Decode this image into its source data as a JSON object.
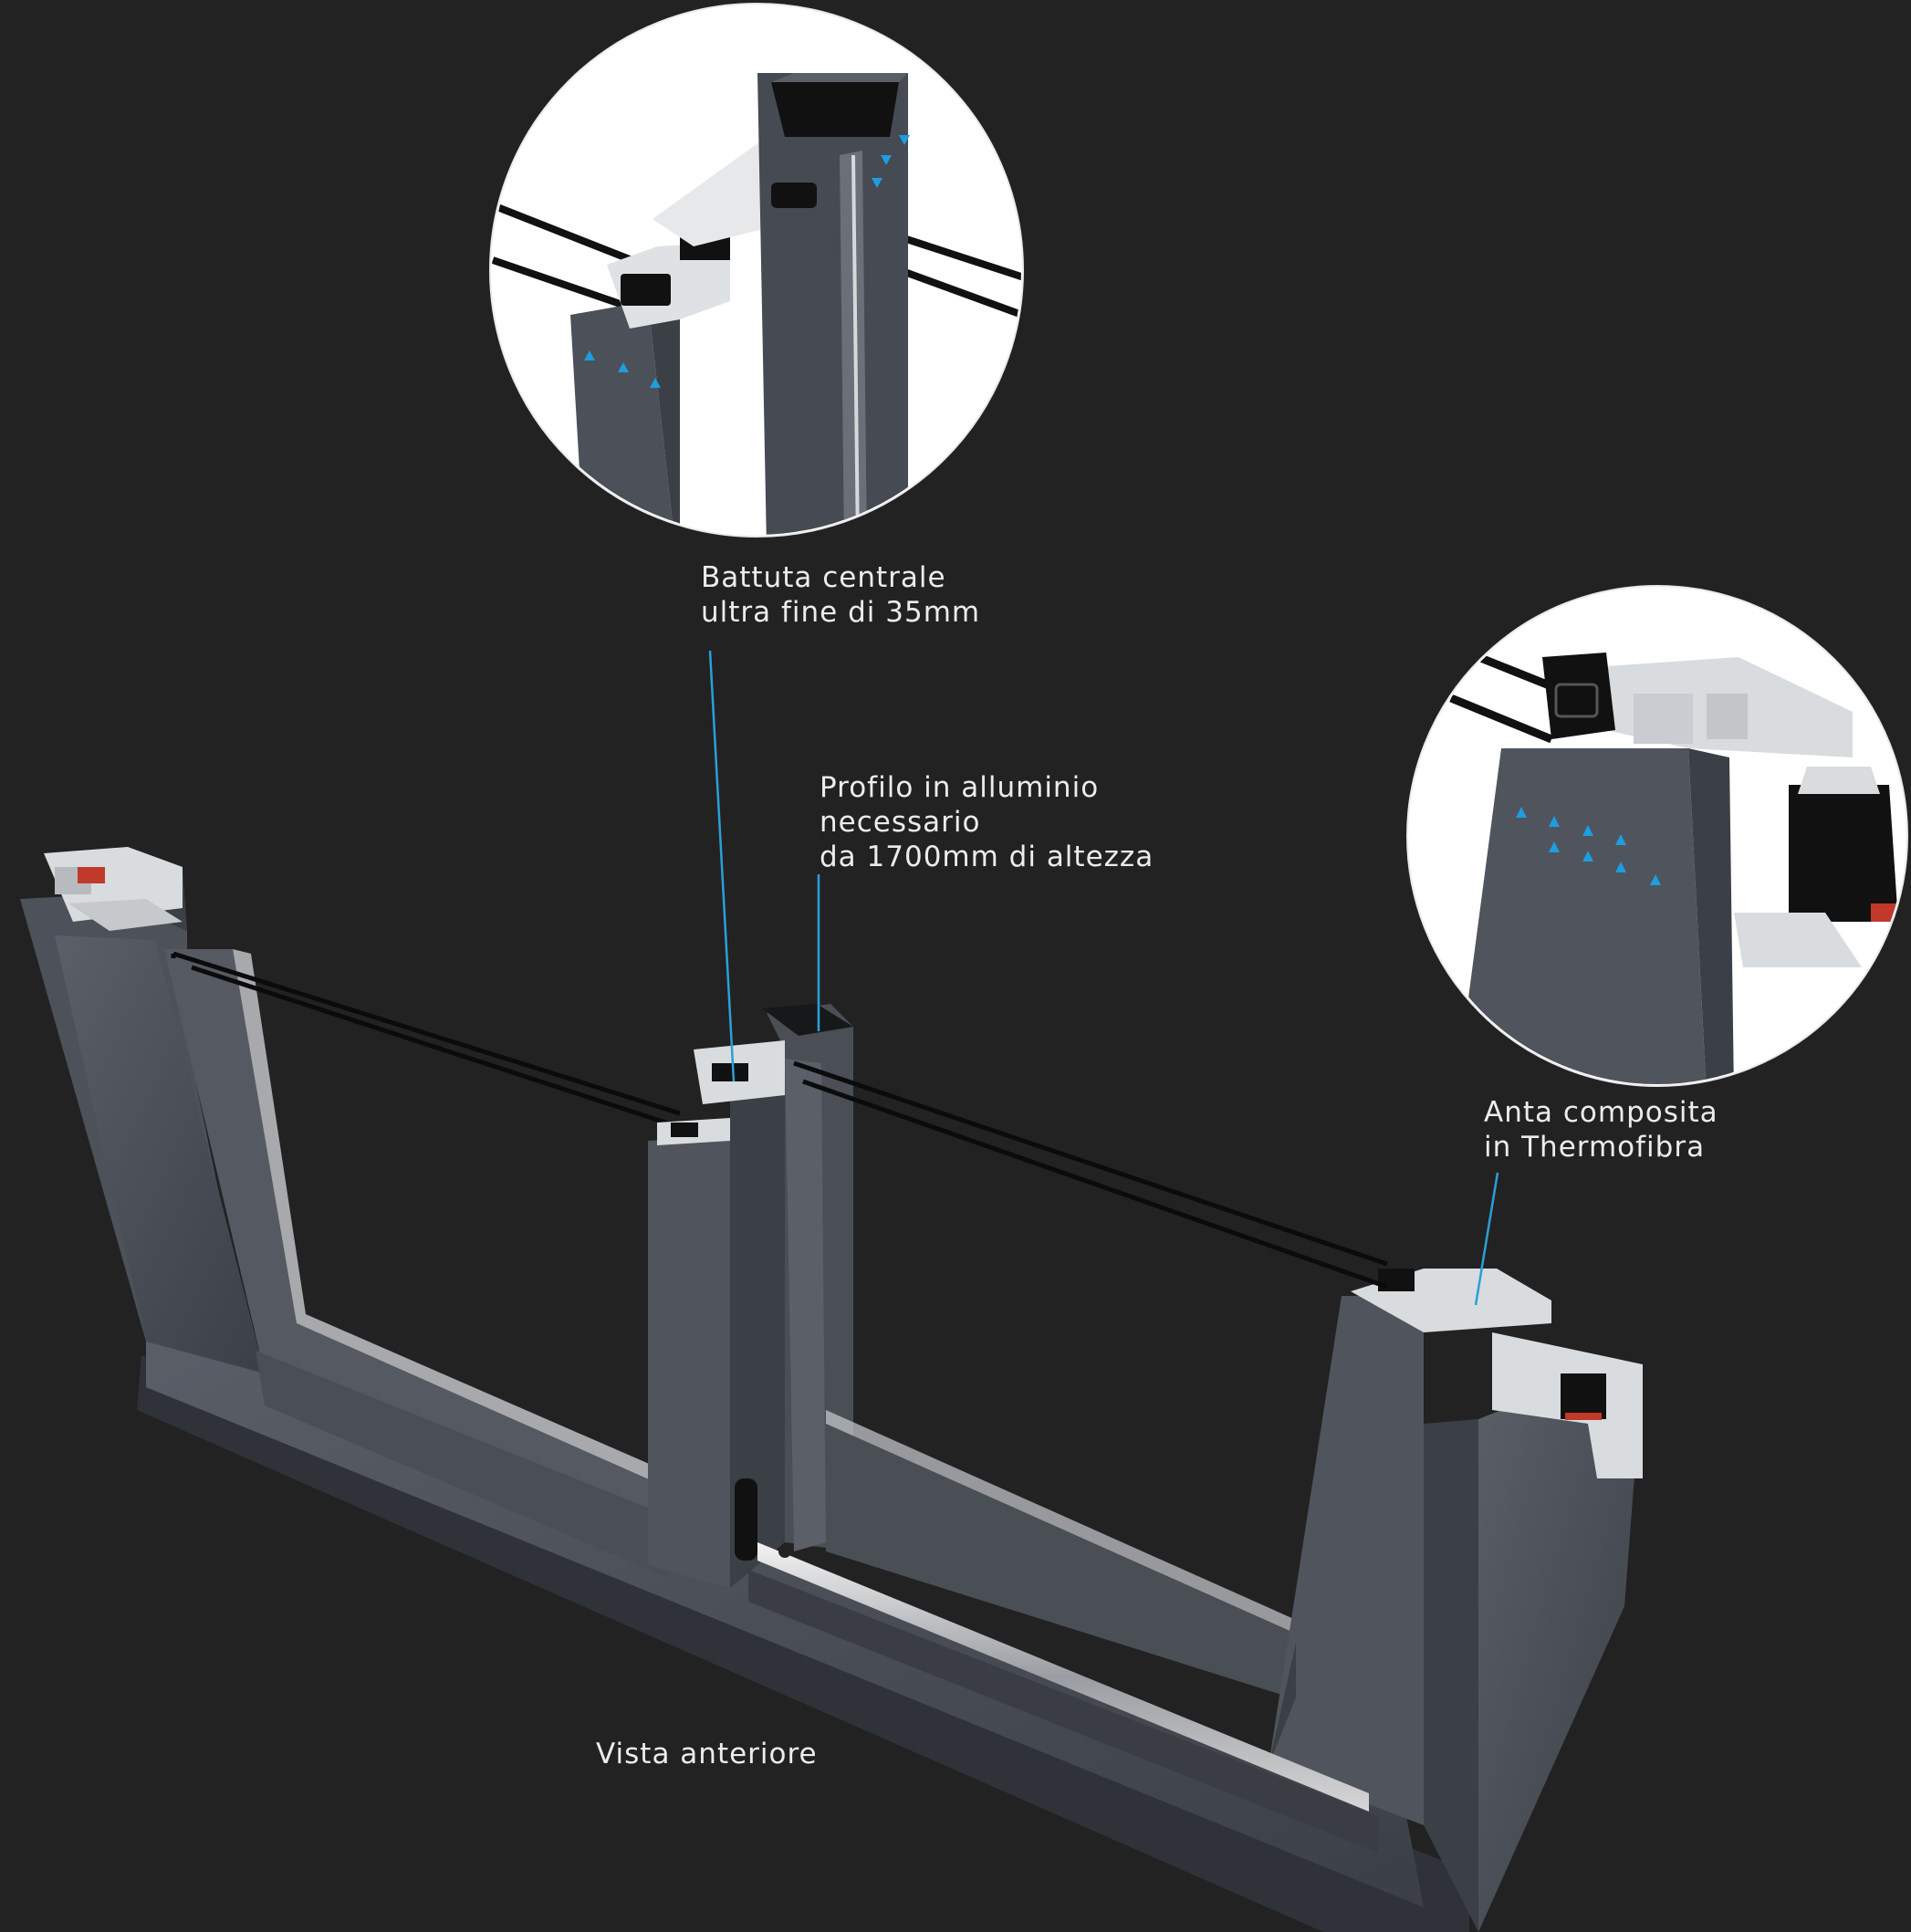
{
  "callouts": {
    "battuta": {
      "line1": "Battuta centrale",
      "line2": "ultra fine di 35mm"
    },
    "profilo": {
      "line1": "Profilo in alluminio",
      "line2": "necessario",
      "line3": "da 1700mm di altezza"
    },
    "anta": {
      "line1": "Anta composita",
      "line2": "in Thermofibra"
    },
    "vista": {
      "line1": "Vista anteriore"
    }
  },
  "colors": {
    "background": "#222222",
    "frame": "#4b4f57",
    "frame_dark": "#2f3238",
    "pvc": "#d9dcde",
    "gasket": "#111111",
    "seal_red": "#c0392b",
    "thermal_arrow": "#1e9de0",
    "leader_line": "#2a9fd8",
    "text": "#ececec",
    "detail_circle": "#ffffff"
  }
}
